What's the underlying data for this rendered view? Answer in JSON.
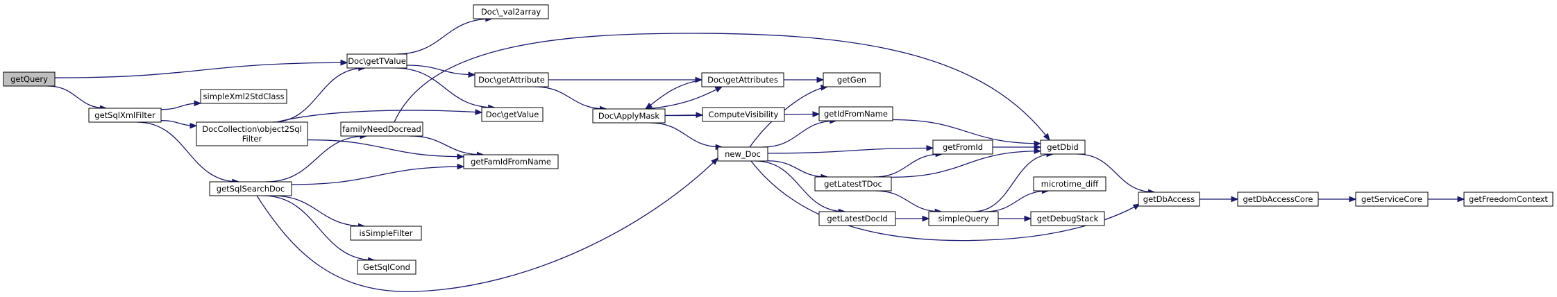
{
  "graph": {
    "nodes": [
      {
        "id": "getQuery",
        "lines": [
          "getQuery"
        ],
        "root": true
      },
      {
        "id": "getSqlXmlFilter",
        "lines": [
          "getSqlXmlFilter"
        ]
      },
      {
        "id": "simpleXml2StdClass",
        "lines": [
          "simpleXml2StdClass"
        ]
      },
      {
        "id": "object2Sql",
        "lines": [
          "DocCollection\\object2Sql",
          "Filter"
        ]
      },
      {
        "id": "getSqlSearchDoc",
        "lines": [
          "getSqlSearchDoc"
        ]
      },
      {
        "id": "getTValue",
        "lines": [
          "Doc\\getTValue"
        ]
      },
      {
        "id": "val2array",
        "lines": [
          "Doc\\_val2array"
        ]
      },
      {
        "id": "familyNeedDocread",
        "lines": [
          "familyNeedDocread"
        ]
      },
      {
        "id": "getFamIdFromName",
        "lines": [
          "getFamIdFromName"
        ]
      },
      {
        "id": "isSimpleFilter",
        "lines": [
          "isSimpleFilter"
        ]
      },
      {
        "id": "GetSqlCond",
        "lines": [
          "GetSqlCond"
        ]
      },
      {
        "id": "getAttribute",
        "lines": [
          "Doc\\getAttribute"
        ]
      },
      {
        "id": "getValue",
        "lines": [
          "Doc\\getValue"
        ]
      },
      {
        "id": "ApplyMask",
        "lines": [
          "Doc\\ApplyMask"
        ]
      },
      {
        "id": "getAttributes",
        "lines": [
          "Doc\\getAttributes"
        ]
      },
      {
        "id": "ComputeVisibility",
        "lines": [
          "ComputeVisibility"
        ]
      },
      {
        "id": "new_Doc",
        "lines": [
          "new_Doc"
        ]
      },
      {
        "id": "getGen",
        "lines": [
          "getGen"
        ]
      },
      {
        "id": "getIdFromName",
        "lines": [
          "getIdFromName"
        ]
      },
      {
        "id": "getLatestTDoc",
        "lines": [
          "getLatestTDoc"
        ]
      },
      {
        "id": "getLatestDocId",
        "lines": [
          "getLatestDocId"
        ]
      },
      {
        "id": "getFromId",
        "lines": [
          "getFromId"
        ]
      },
      {
        "id": "simpleQuery",
        "lines": [
          "simpleQuery"
        ]
      },
      {
        "id": "microtime_diff",
        "lines": [
          "microtime_diff"
        ]
      },
      {
        "id": "getDebugStack",
        "lines": [
          "getDebugStack"
        ]
      },
      {
        "id": "getDbid",
        "lines": [
          "getDbid"
        ]
      },
      {
        "id": "getDbAccess",
        "lines": [
          "getDbAccess"
        ]
      },
      {
        "id": "getDbAccessCore",
        "lines": [
          "getDbAccessCore"
        ]
      },
      {
        "id": "getServiceCore",
        "lines": [
          "getServiceCore"
        ]
      },
      {
        "id": "getFreedomContext",
        "lines": [
          "getFreedomContext"
        ]
      }
    ],
    "edges": [
      [
        "getQuery",
        "getTValue"
      ],
      [
        "getQuery",
        "getSqlXmlFilter"
      ],
      [
        "getSqlXmlFilter",
        "simpleXml2StdClass"
      ],
      [
        "getSqlXmlFilter",
        "object2Sql"
      ],
      [
        "getSqlXmlFilter",
        "getSqlSearchDoc"
      ],
      [
        "object2Sql",
        "getTValue"
      ],
      [
        "object2Sql",
        "getValue"
      ],
      [
        "object2Sql",
        "getFamIdFromName"
      ],
      [
        "getSqlSearchDoc",
        "familyNeedDocread"
      ],
      [
        "getSqlSearchDoc",
        "getFamIdFromName"
      ],
      [
        "getSqlSearchDoc",
        "isSimpleFilter"
      ],
      [
        "getSqlSearchDoc",
        "GetSqlCond"
      ],
      [
        "getSqlSearchDoc",
        "new_Doc"
      ],
      [
        "familyNeedDocread",
        "getFamIdFromName"
      ],
      [
        "familyNeedDocread",
        "getDbid"
      ],
      [
        "getTValue",
        "val2array"
      ],
      [
        "getTValue",
        "getAttribute"
      ],
      [
        "getTValue",
        "getValue"
      ],
      [
        "getAttribute",
        "getAttributes"
      ],
      [
        "getAttribute",
        "ApplyMask"
      ],
      [
        "ApplyMask",
        "getAttributes"
      ],
      [
        "ApplyMask",
        "ComputeVisibility"
      ],
      [
        "ApplyMask",
        "getIdFromName"
      ],
      [
        "ApplyMask",
        "new_Doc"
      ],
      [
        "getAttributes",
        "ApplyMask"
      ],
      [
        "getAttributes",
        "getGen"
      ],
      [
        "new_Doc",
        "getGen"
      ],
      [
        "new_Doc",
        "getIdFromName"
      ],
      [
        "new_Doc",
        "getFromId"
      ],
      [
        "new_Doc",
        "getLatestTDoc"
      ],
      [
        "new_Doc",
        "getLatestDocId"
      ],
      [
        "new_Doc",
        "getDbAccess"
      ],
      [
        "getIdFromName",
        "getDbid"
      ],
      [
        "getLatestTDoc",
        "getFromId"
      ],
      [
        "getLatestTDoc",
        "getDbid"
      ],
      [
        "getLatestTDoc",
        "simpleQuery"
      ],
      [
        "getLatestDocId",
        "simpleQuery"
      ],
      [
        "getFromId",
        "getDbid"
      ],
      [
        "simpleQuery",
        "getDbid"
      ],
      [
        "simpleQuery",
        "microtime_diff"
      ],
      [
        "simpleQuery",
        "getDebugStack"
      ],
      [
        "getDbid",
        "getDbAccess"
      ],
      [
        "getDbAccess",
        "getDbAccessCore"
      ],
      [
        "getDbAccessCore",
        "getServiceCore"
      ],
      [
        "getServiceCore",
        "getFreedomContext"
      ]
    ]
  }
}
